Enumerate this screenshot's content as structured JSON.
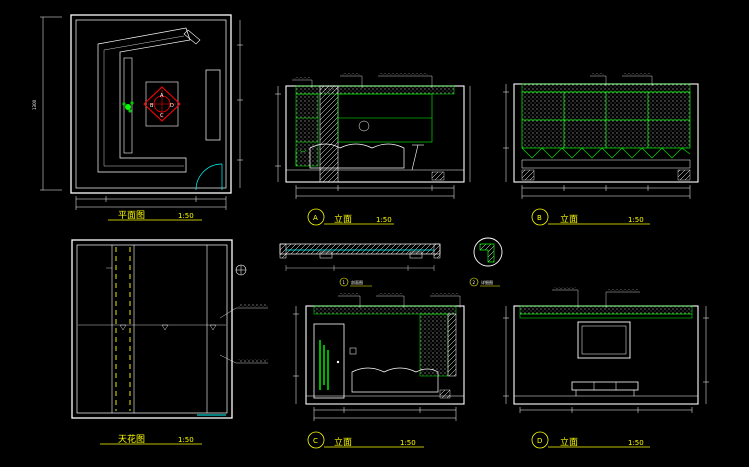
{
  "colors": {
    "background": "#000000",
    "line_white": "#ffffff",
    "line_green": "#00ff00",
    "line_cyan": "#00ffff",
    "line_yellow": "#ffff00",
    "line_red": "#ff0000"
  },
  "plan": {
    "title": "平面图",
    "scale": "1:50",
    "side_dim": "1300",
    "marker_letters": [
      "A",
      "B",
      "C",
      "D"
    ]
  },
  "ceiling": {
    "title": "天花图",
    "scale": "1:50"
  },
  "elev_a": {
    "title": "立面",
    "letter": "A",
    "scale": "1:50"
  },
  "elev_b": {
    "title": "立面",
    "letter": "B",
    "scale": "1:50"
  },
  "elev_c": {
    "title": "立面",
    "letter": "C",
    "scale": "1:50"
  },
  "elev_d": {
    "title": "立面",
    "letter": "D",
    "scale": "1:50"
  },
  "detail1": {
    "title": "剖面图",
    "num": "1"
  },
  "detail2": {
    "title": "详细图",
    "num": "2"
  }
}
